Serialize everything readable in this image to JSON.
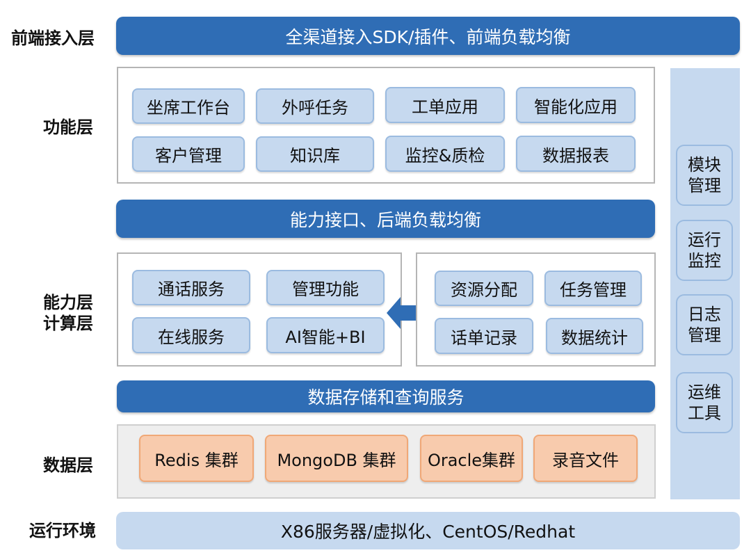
{
  "layers": {
    "frontend": "前端接入层",
    "function": "功能层",
    "capability": "能力层\n计算层",
    "data": "数据层",
    "runtime": "运行环境"
  },
  "bars": {
    "access": "全渠道接入SDK/插件、前端负载均衡",
    "api": "能力接口、后端负载均衡",
    "storage": "数据存储和查询服务",
    "runtime": "X86服务器/虚拟化、CentOS/Redhat"
  },
  "functions": [
    "坐席工作台",
    "外呼任务",
    "工单应用",
    "智能化应用",
    "客户管理",
    "知识库",
    "监控&质检",
    "数据报表"
  ],
  "capability_left": [
    "通话服务",
    "管理功能",
    "在线服务",
    "AI智能+BI"
  ],
  "capability_right": [
    "资源分配",
    "任务管理",
    "话单记录",
    "数据统计"
  ],
  "data_stores": [
    "Redis 集群",
    "MongoDB 集群",
    "Oracle集群",
    "录音文件"
  ],
  "side_tools": [
    "模块管理",
    "运行监控",
    "日志管理",
    "运维工具"
  ]
}
